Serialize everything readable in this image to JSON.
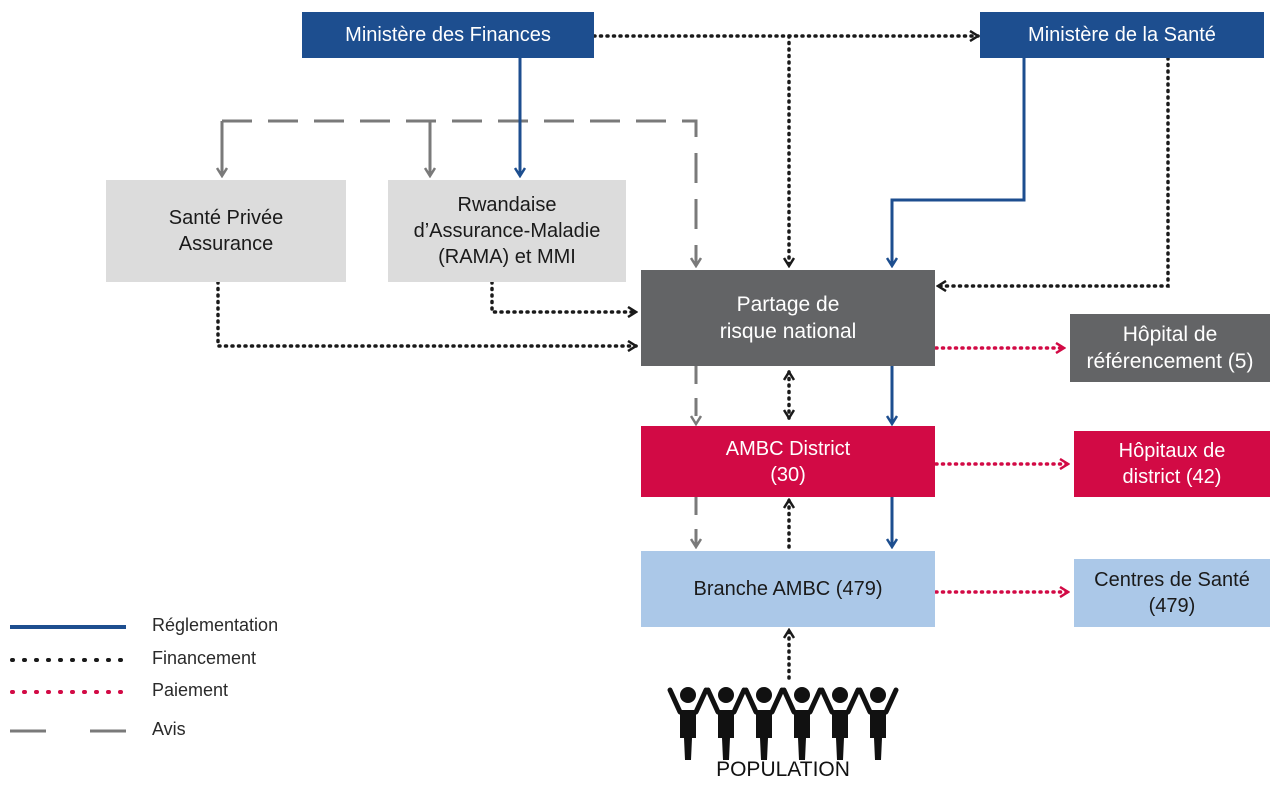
{
  "nodes": {
    "finances": "Ministère des Finances",
    "sante_ministere": "Ministère de la Santé",
    "sante_privee": "Santé Privée\nAssurance",
    "rama": "Rwandaise\nd’Assurance-Maladie\n(RAMA) et MMI",
    "partage": "Partage de\nrisque national",
    "hopital_ref": "Hôpital de\nréférencement (5)",
    "ambc_district": "AMBC District\n(30)",
    "hopitaux_district": "Hôpitaux de\ndistrict (42)",
    "branche": "Branche AMBC (479)",
    "centres": "Centres de Santé\n(479)",
    "population": "POPULATION"
  },
  "legend": {
    "reglementation": "Réglementation",
    "financement": "Financement",
    "paiement": "Paiement",
    "avis": "Avis"
  },
  "colors": {
    "reglementation": "#1d4e8f",
    "financement": "#1a1a1a",
    "paiement": "#d20a45",
    "avis": "#7a7a7a"
  }
}
